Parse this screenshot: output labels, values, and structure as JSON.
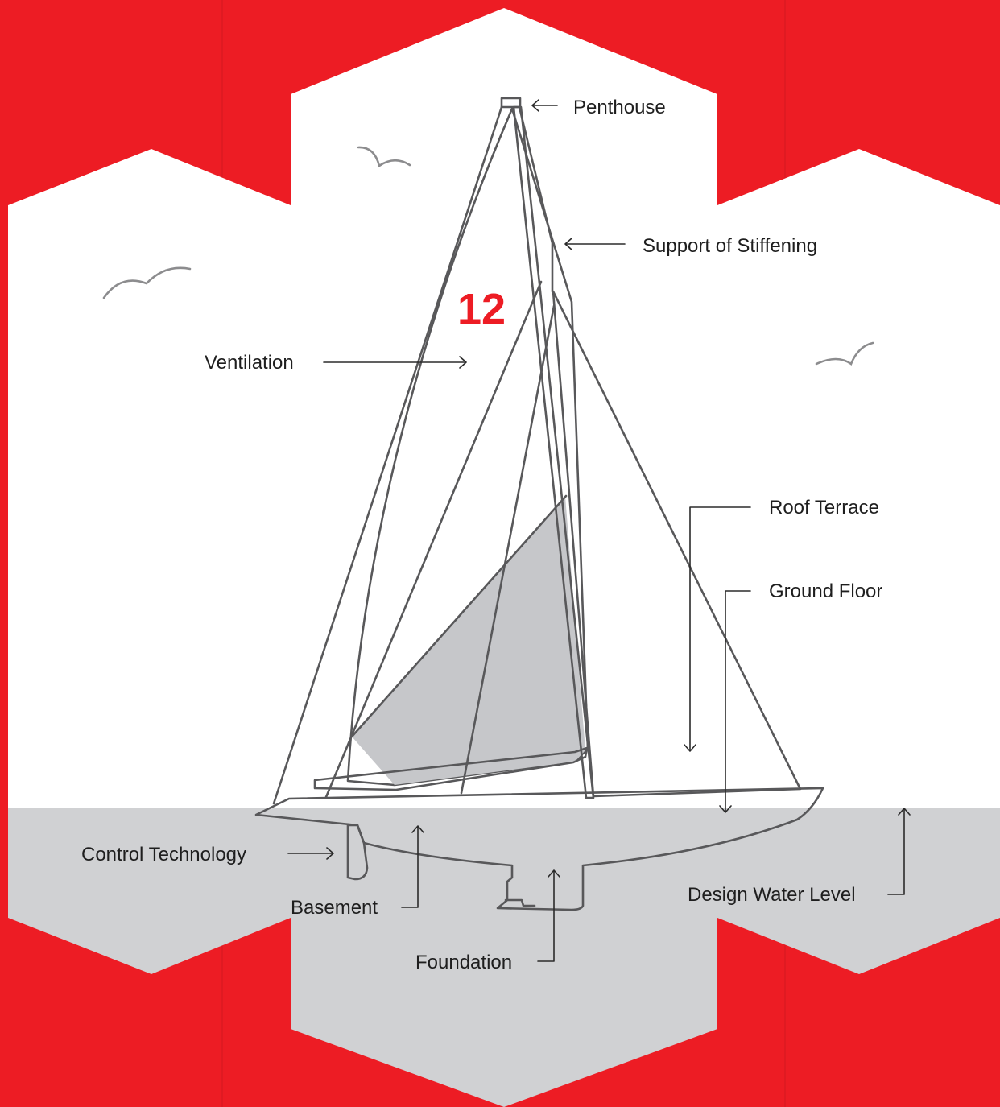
{
  "colors": {
    "background": "#ed1c24",
    "sky": "#ffffff",
    "water": "#d0d1d3",
    "sail_dark": "#b8b9bc",
    "sail_light": "#c9cacd",
    "outline": "#58585a",
    "accent": "#ed1c24"
  },
  "sail_number": "12",
  "labels": {
    "penthouse": "Penthouse",
    "support": "Support of Stiffening",
    "ventilation": "Ventilation",
    "roof_terrace": "Roof Terrace",
    "ground_floor": "Ground Floor",
    "control_technology": "Control Technology",
    "basement": "Basement",
    "foundation": "Foundation",
    "design_water_level": "Design Water Level"
  }
}
